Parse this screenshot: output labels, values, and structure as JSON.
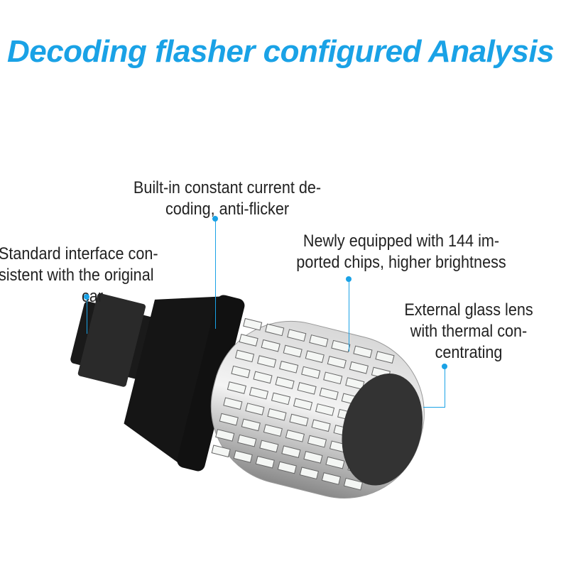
{
  "title": "Decoding flasher configured Analysis",
  "annotations": {
    "decoding": [
      "Built-in constant current de-",
      "coding, anti-flicker"
    ],
    "interface": [
      "Standard interface con-",
      "sistent with the original",
      "car"
    ],
    "chips": [
      "Newly equipped with 144 im-",
      "ported chips, higher brightness"
    ],
    "lens": [
      "External glass lens",
      "with thermal con-",
      "centrating"
    ]
  },
  "colors": {
    "accent": "#1aa2e6",
    "text": "#222222"
  }
}
